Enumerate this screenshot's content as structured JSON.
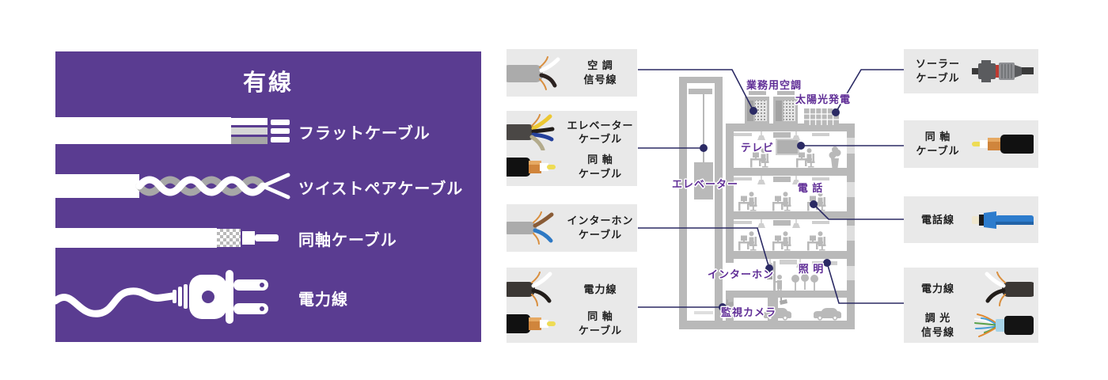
{
  "colors": {
    "panel_purple": "#5a3c91",
    "label_purple": "#5f2d96",
    "line_navy": "#2b2a64",
    "callout_gray": "#e9e9e9",
    "building_gray": "#b9b9b9"
  },
  "left_panel": {
    "title": "有線",
    "items": [
      {
        "icon": "flat-cable-icon",
        "label": "フラットケーブル"
      },
      {
        "icon": "twisted-pair-cable-icon",
        "label": "ツイストペアケーブル"
      },
      {
        "icon": "coax-cable-icon",
        "label": "同軸ケーブル"
      },
      {
        "icon": "power-plug-icon",
        "label": "電力線"
      }
    ]
  },
  "diagram": {
    "callouts_left": [
      {
        "rows": [
          {
            "icon": "hvac-signal-cable-icon",
            "label": "空 調\n信号線"
          }
        ]
      },
      {
        "rows": [
          {
            "icon": "elevator-cable-icon",
            "label": "エレベーター\nケーブル"
          },
          {
            "icon": "coax-cable-icon",
            "label": "同 軸\nケーブル"
          }
        ]
      },
      {
        "rows": [
          {
            "icon": "intercom-cable-icon",
            "label": "インターホン\nケーブル"
          }
        ]
      },
      {
        "rows": [
          {
            "icon": "power-cable-icon",
            "label": "電力線"
          },
          {
            "icon": "coax-cable-icon",
            "label": "同 軸\nケーブル"
          }
        ]
      }
    ],
    "callouts_right": [
      {
        "rows": [
          {
            "icon": "solar-connector-icon",
            "label": "ソーラー\nケーブル"
          }
        ]
      },
      {
        "rows": [
          {
            "icon": "coax-cable-icon",
            "label": "同 軸\nケーブル"
          }
        ]
      },
      {
        "rows": [
          {
            "icon": "phone-plug-icon",
            "label": "電話線"
          }
        ]
      },
      {
        "rows": [
          {
            "icon": "power-cable-icon",
            "label": "電力線"
          },
          {
            "icon": "dimmer-signal-cable-icon",
            "label": "調 光\n信号線"
          }
        ]
      }
    ],
    "building_labels": {
      "hvac": "業務用空調",
      "solar": "太陽光発電",
      "tv": "テレビ",
      "elevator": "エレベーター",
      "phone": "電 話",
      "intercom": "インターホン",
      "lighting": "照 明",
      "camera": "監視カメラ"
    }
  }
}
